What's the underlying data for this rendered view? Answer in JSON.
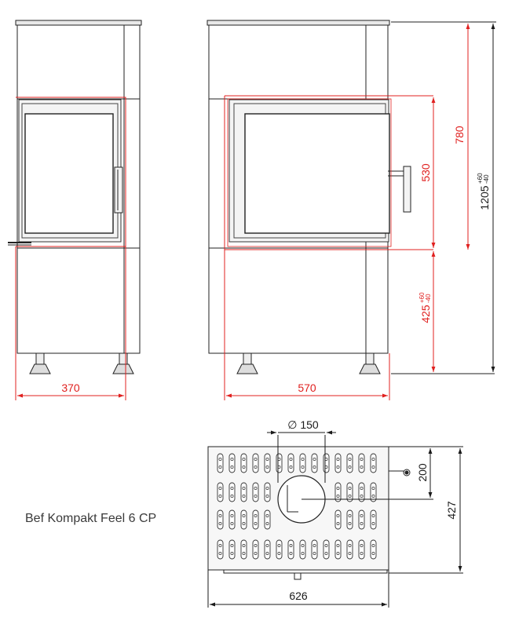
{
  "model_name": "Bef Kompakt Feel 6 CP",
  "dimensions": {
    "side_width": "370",
    "front_width": "570",
    "door_height": "530",
    "upper_height": "780",
    "total_height": "1205",
    "total_tol_plus": "+60",
    "total_tol_minus": "-40",
    "base_height": "425",
    "base_tol_plus": "+60",
    "base_tol_minus": "-40",
    "flue_diameter": "150",
    "flue_symbol": "∅",
    "flue_offset": "200",
    "top_depth": "427",
    "top_width": "626"
  },
  "colors": {
    "dimension": "#e0201f",
    "outline": "#222222"
  }
}
